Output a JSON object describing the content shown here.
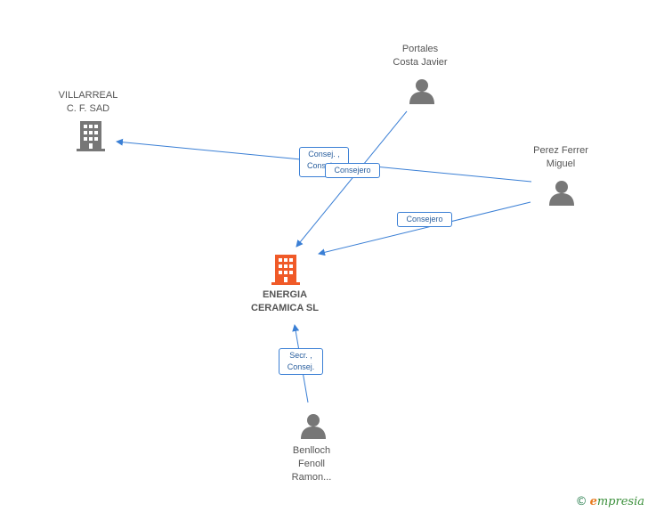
{
  "nodes": {
    "villarreal": {
      "type": "company",
      "lines": [
        "VILLARREAL",
        "C. F. SAD"
      ]
    },
    "portales": {
      "type": "person",
      "lines": [
        "Portales",
        "Costa Javier"
      ]
    },
    "perez": {
      "type": "person",
      "lines": [
        "Perez Ferrer",
        "Miguel"
      ]
    },
    "energia": {
      "type": "company-main",
      "lines": [
        "ENERGIA",
        "CERAMICA SL"
      ]
    },
    "benlloch": {
      "type": "person",
      "lines": [
        "Benlloch",
        "Fenoll",
        "Ramon..."
      ]
    }
  },
  "edges": {
    "perez_villarreal": {
      "lines": [
        "Consej. ,",
        "Consej...."
      ]
    },
    "portales_energia": {
      "lines": [
        "Consejero"
      ]
    },
    "perez_energia": {
      "lines": [
        "Consejero"
      ]
    },
    "benlloch_energia": {
      "lines": [
        "Secr. ,",
        "Consej."
      ]
    }
  },
  "colors": {
    "edge": "#3a7fd5",
    "node_gray": "#777777",
    "node_main": "#f05a28"
  },
  "brand": {
    "copyright": "©",
    "name_initial": "e",
    "name_rest": "mpresia"
  }
}
